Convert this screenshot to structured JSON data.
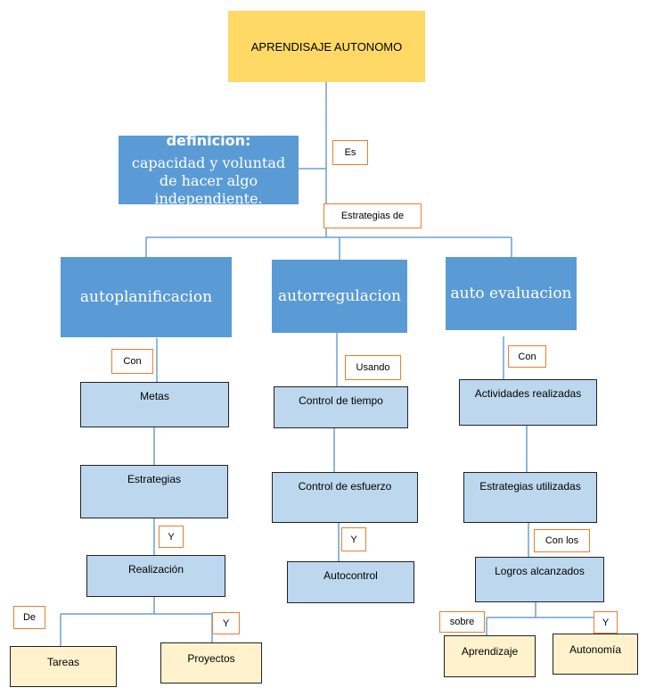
{
  "diagram": {
    "root": "APRENDISAJE AUTONOMO",
    "definition": {
      "title": "definicion:",
      "text": "capacidad y voluntad  de hacer algo independiente."
    },
    "connectors": {
      "es": "Es",
      "estrategias_de": "Estrategias de",
      "con_1": "Con",
      "usando": "Usando",
      "con_2": "Con",
      "y_1": "Y",
      "y_2": "Y",
      "con_los": "Con los",
      "de": "De",
      "y_3": "Y",
      "sobre": "sobre",
      "y_4": "Y"
    },
    "branches": [
      {
        "title": "autoplanificacion",
        "items": [
          "Metas",
          "Estrategias",
          "Realización"
        ],
        "leaves": [
          "Tareas",
          "Proyectos"
        ]
      },
      {
        "title": "autorregulacion",
        "items": [
          "Control de tiempo",
          "Control de esfuerzo",
          "Autocontrol"
        ]
      },
      {
        "title": "auto evaluacion",
        "items": [
          "Actividades realizadas",
          "Estrategias utilizadas",
          "Logros alcanzados"
        ],
        "leaves": [
          "Aprendizaje",
          "Autonomía"
        ]
      }
    ],
    "colors": {
      "root_fill": "#ffd966",
      "branch_fill": "#5b9bd5",
      "item_fill": "#bdd7ee",
      "leaf_fill": "#fff2cc",
      "connector_line": "#5b9bd5",
      "tag_border": "#ed7d31"
    }
  }
}
